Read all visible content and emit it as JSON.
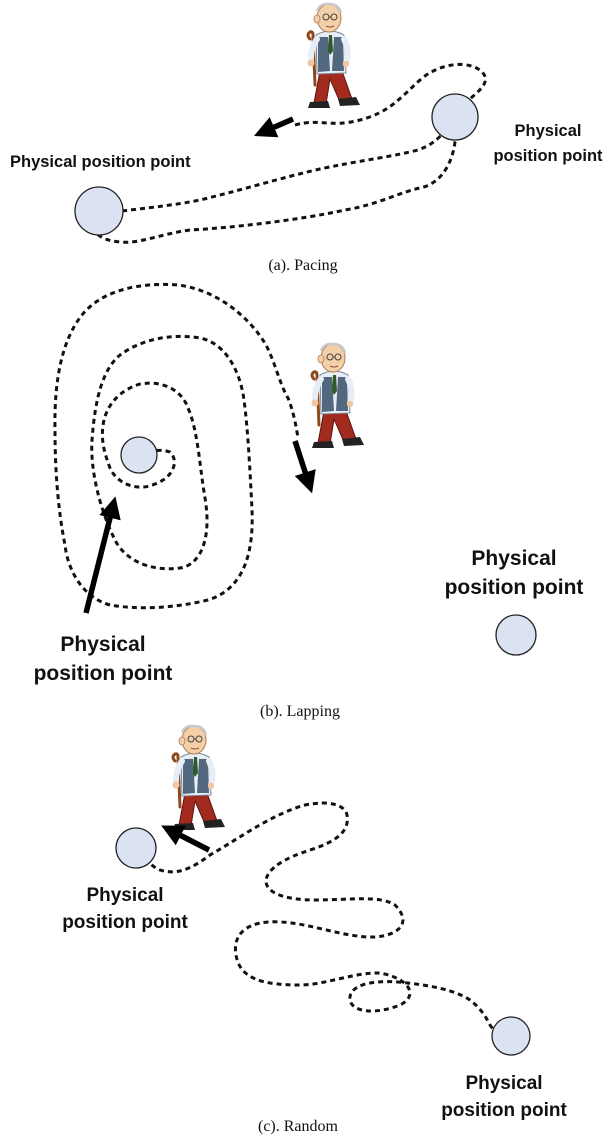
{
  "panels": [
    {
      "caption": "(a). Pacing",
      "labels": [
        "Physical position point",
        "Physical",
        "position point"
      ]
    },
    {
      "caption": "(b). Lapping",
      "labels": [
        "Physical",
        "position point",
        "Physical",
        "position point"
      ]
    },
    {
      "caption": "(c). Random",
      "labels": [
        "Physical",
        "position point",
        "Physical",
        "position point"
      ]
    }
  ],
  "colors": {
    "position_point_fill": "#dbe3f3",
    "path_stroke": "#111111"
  },
  "icons": [
    "elderly-man-with-cane",
    "direction-arrow",
    "position-point-circle"
  ]
}
